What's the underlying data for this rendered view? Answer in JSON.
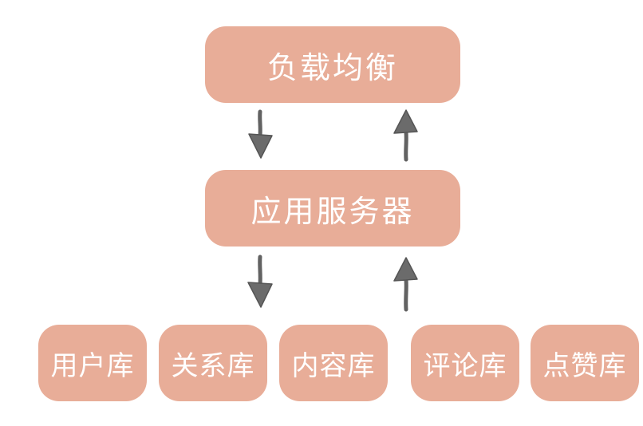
{
  "diagram": {
    "top_node": {
      "label": "负载均衡"
    },
    "middle_node": {
      "label": "应用服务器"
    },
    "databases": [
      {
        "label": "用户库"
      },
      {
        "label": "关系库"
      },
      {
        "label": "内容库"
      },
      {
        "label": "评论库"
      },
      {
        "label": "点赞库"
      }
    ],
    "colors": {
      "node_fill": "#e8ad98",
      "node_text": "#ffffff",
      "arrow": "#626262"
    },
    "icons": [
      "arrow-down-icon",
      "arrow-up-icon"
    ]
  }
}
